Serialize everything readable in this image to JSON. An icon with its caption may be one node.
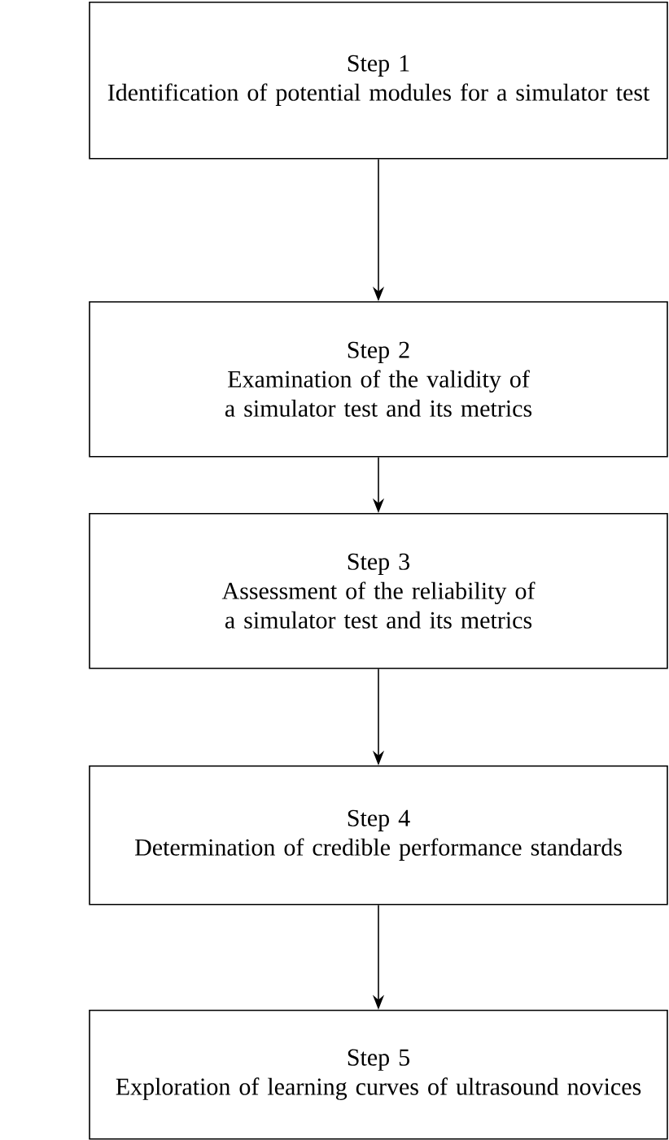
{
  "diagram": {
    "nodes": [
      {
        "text": [
          "Step 1",
          "Identification of potential modules for a simulator test"
        ]
      },
      {
        "text": [
          "Step 2",
          "Examination of the validity of a simulator test and its metrics"
        ]
      },
      {
        "text": [
          "Step 3",
          "Assessment of the reliability of a simulator test and its metrics"
        ]
      },
      {
        "text": [
          "Step 4",
          "Determination of credible performance standards"
        ]
      },
      {
        "text": [
          "Step 5",
          "Exploration of learning curves of ultrasound novices"
        ]
      }
    ],
    "edges": [
      {
        "from": 0,
        "to": 1,
        "arrow": "to"
      },
      {
        "from": 1,
        "to": 2,
        "arrow": "to"
      },
      {
        "from": 2,
        "to": 3,
        "arrow": "to"
      },
      {
        "from": 3,
        "to": 4,
        "arrow": "to"
      }
    ]
  }
}
